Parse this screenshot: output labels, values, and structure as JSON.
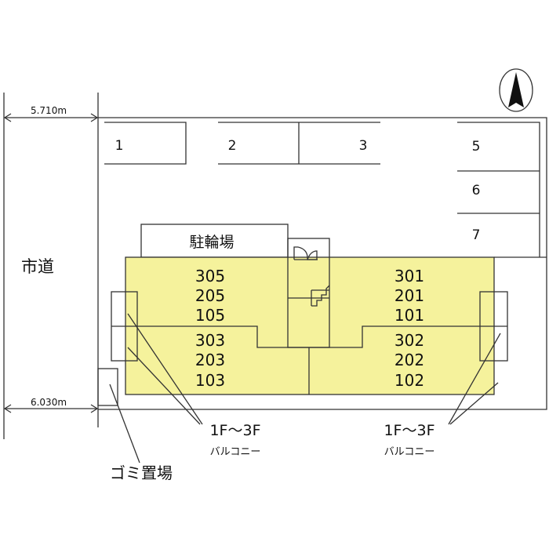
{
  "road_label": "市道",
  "dimensions": {
    "top": "5.710m",
    "bottom": "6.030m"
  },
  "parking": {
    "spaces": [
      "1",
      "2",
      "3",
      "5",
      "6",
      "7"
    ]
  },
  "bicycle_parking": "駐輪場",
  "building": {
    "left_top": [
      "305",
      "205",
      "105"
    ],
    "left_bottom": [
      "303",
      "203",
      "103"
    ],
    "right_top": [
      "301",
      "201",
      "101"
    ],
    "right_bottom": [
      "302",
      "202",
      "102"
    ],
    "fill_color": "#f5f29c"
  },
  "balcony_labels": {
    "left": {
      "floors": "1F～3F",
      "name": "バルコニー"
    },
    "right": {
      "floors": "1F～3F",
      "name": "バルコニー"
    }
  },
  "garbage_area": "ゴミ置場",
  "north_arrow": "north-arrow-icon"
}
